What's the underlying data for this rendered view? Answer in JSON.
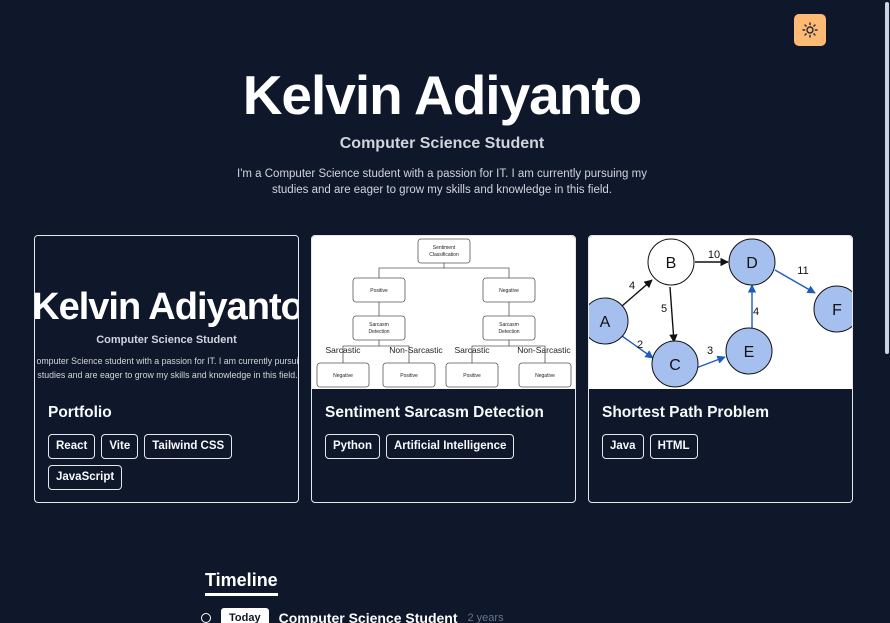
{
  "header": {
    "theme_toggle_icon": "sun-icon"
  },
  "hero": {
    "name": "Kelvin Adiyanto",
    "role": "Computer Science Student",
    "bio_line1": "I'm a Computer Science student with a passion for IT. I am currently pursuing my",
    "bio_line2": "studies and are eager to grow my skills and knowledge in this field."
  },
  "projects": [
    {
      "title": "Portfolio",
      "tags": [
        "React",
        "Vite",
        "Tailwind CSS",
        "JavaScript"
      ],
      "preview": {
        "name": "Kelvin Adiyanto",
        "role": "Computer Science Student",
        "line1": "omputer Science student with a passion for IT. I am currently pursui",
        "line2": "studies and are eager to grow my skills and knowledge in this field."
      }
    },
    {
      "title": "Sentiment Sarcasm Detection",
      "tags": [
        "Python",
        "Artificial Intelligence"
      ],
      "preview": {
        "root": [
          "Sentiment",
          "Classification"
        ],
        "positive": "Positive",
        "negative": "Negative",
        "sarcasm": [
          "Sarcasm",
          "Detection"
        ],
        "sarcastic": "Sarcastic",
        "non_sarcastic": "Non-Sarcastic",
        "leaf_negative": "Negative",
        "leaf_positive": "Positive"
      }
    },
    {
      "title": "Shortest Path Problem",
      "tags": [
        "Java",
        "HTML"
      ],
      "preview": {
        "nodes": [
          "A",
          "B",
          "C",
          "D",
          "E",
          "F"
        ],
        "weights": {
          "AB": "4",
          "AC": "2",
          "BD": "10",
          "BC": "5",
          "CE": "3",
          "ED": "4",
          "DF": "11"
        }
      }
    }
  ],
  "timeline": {
    "heading": "Timeline",
    "items": [
      {
        "badge": "Today",
        "role": "Computer Science Student",
        "duration": "2 years"
      }
    ]
  },
  "colors": {
    "background": "#0f172a",
    "toggle": "#fdba74",
    "graph_node_blue": "#a5c0ef",
    "graph_edge_blue": "#1e5bbf"
  }
}
